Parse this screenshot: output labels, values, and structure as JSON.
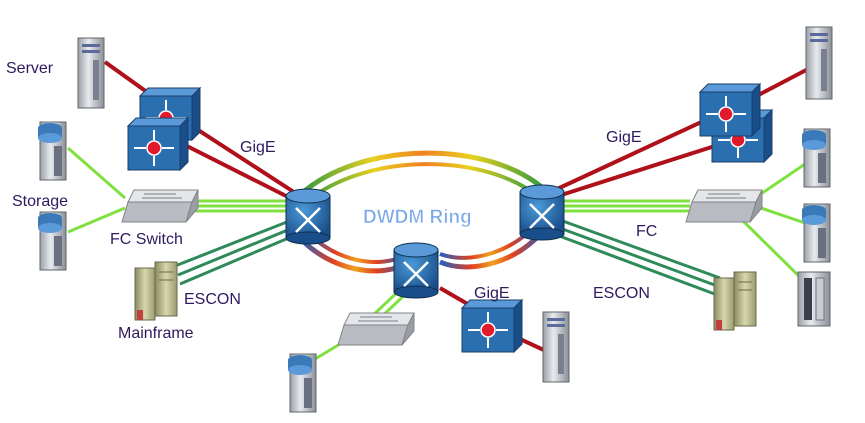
{
  "labels": {
    "server": "Server",
    "storage": "Storage",
    "fc_switch": "FC Switch",
    "escon_left": "ESCON",
    "mainframe": "Mainframe",
    "gige_left": "GigE",
    "dwdm_ring": "DWDM Ring",
    "gige_bottom": "GigE",
    "gige_right": "GigE",
    "fc_right": "FC",
    "escon_right": "ESCON"
  },
  "colors": {
    "gige_link": "#b0101a",
    "fc_link": "#7fe040",
    "escon_link": "#2e8a5a",
    "router_blue": "#2a6fb0",
    "ring_gradient": [
      "#2e9a40",
      "#e8d020",
      "#e04020",
      "#2060c0"
    ]
  },
  "icons": [
    "server-tower-icon",
    "storage-array-icon",
    "fc-switch-icon",
    "mainframe-icon",
    "layer3-switch-icon",
    "dwdm-node-icon",
    "tape-library-icon"
  ]
}
